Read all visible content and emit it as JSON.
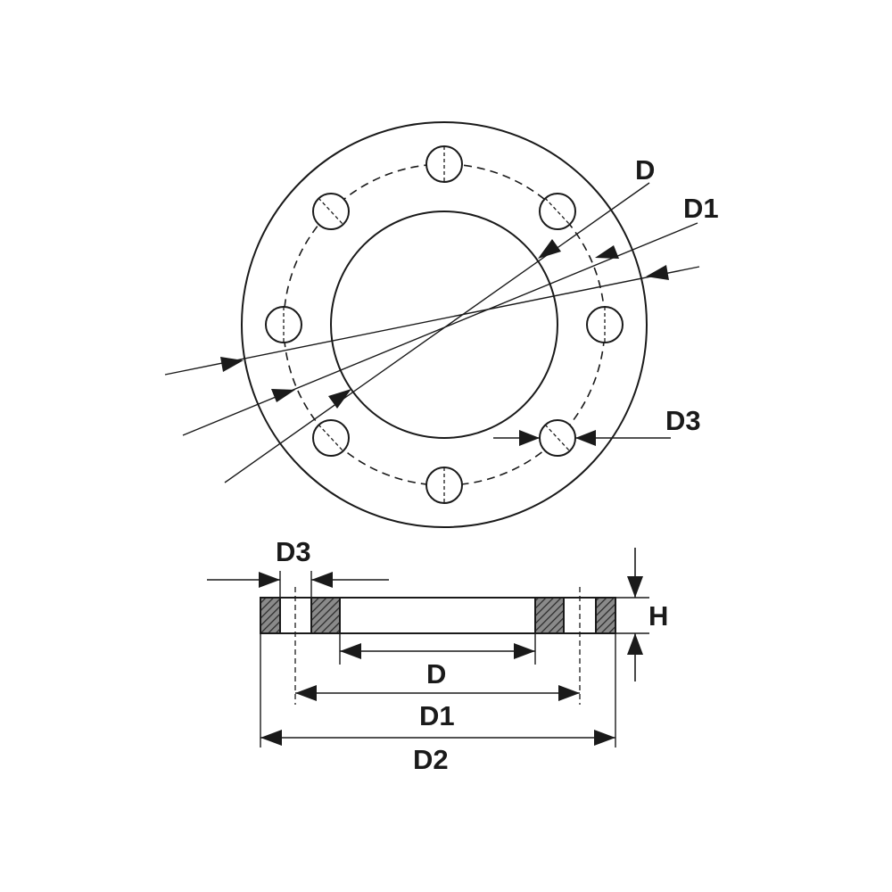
{
  "colors": {
    "ink": "#1a1a1a",
    "background": "#ffffff"
  },
  "top_view": {
    "labels": {
      "d": "D",
      "d1": "D1",
      "d3": "D3"
    },
    "bolt_hole_count": 8
  },
  "side_view": {
    "labels": {
      "d3": "D3",
      "h": "H",
      "d": "D",
      "d1": "D1",
      "d2": "D2"
    }
  }
}
